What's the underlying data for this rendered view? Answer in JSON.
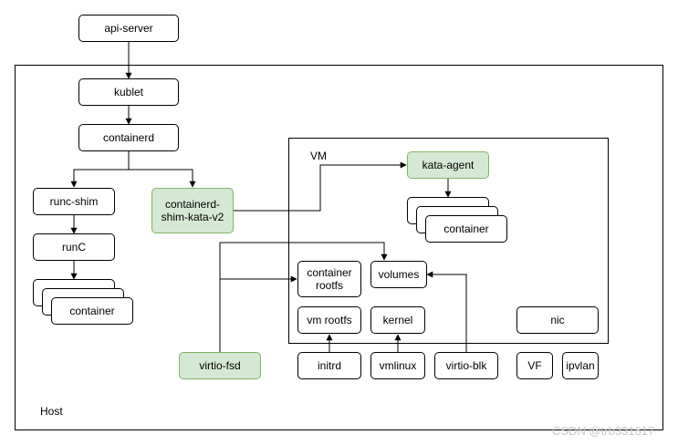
{
  "nodes": {
    "api_server": "api-server",
    "kublet": "kublet",
    "containerd": "containerd",
    "runc_shim": "runc-shim",
    "runc": "runC",
    "container_left": "container",
    "shim_kata": "containerd-\nshim-kata-v2",
    "kata_agent": "kata-agent",
    "container_vm": "container",
    "container_rootfs": "container\nrootfs",
    "volumes": "volumes",
    "vm_rootfs": "vm rootfs",
    "kernel": "kernel",
    "nic": "nic",
    "virtio_fsd": "virtio-fsd",
    "initrd": "initrd",
    "vmlinux": "vmlinux",
    "virtio_blk": "virtio-blk",
    "vf": "VF",
    "ipvlan": "ipvlan"
  },
  "labels": {
    "host": "Host",
    "vm": "VM"
  },
  "watermark": "CSDN @trb331617",
  "colors": {
    "green_fill": "#d5e8d4",
    "green_border": "#82b366"
  }
}
